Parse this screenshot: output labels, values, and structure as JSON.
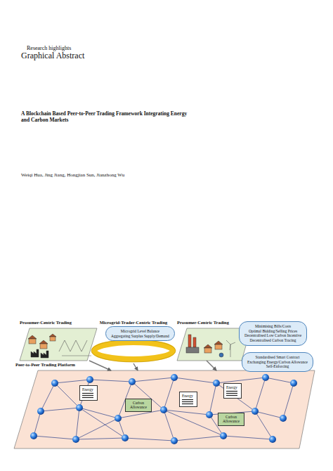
{
  "diagram": {
    "title": "A Blockchain Based Peer-to-Peer Trading Framework Integrating Energy and Carbon Markets",
    "nodes": [
      {
        "text": [
          "Prosumer-Centric Trading"
        ]
      },
      {
        "text": [
          "Microgrid-Trader-Centric Trading"
        ]
      },
      {
        "text": [
          "Microgrid Level Balance",
          "Aggregating Surplus Supply/Demand"
        ]
      },
      {
        "text": [
          "Prosumer-Centric Trading"
        ]
      },
      {
        "text": [
          "Minimising Bills/Costs",
          "Optimal Bidding/Selling Prices",
          "Decentralised Low Carbon Incentive",
          "Decentralised Carbon Tracing"
        ]
      },
      {
        "text": [
          "Standardised Smart Contract",
          "Exchanging Energy/Carbon Allowance",
          "Self-Enforcing"
        ]
      },
      {
        "text": [
          "Peer-to-Peer Trading Platform"
        ]
      },
      {
        "text": [
          "Energy"
        ],
        "in": 6
      },
      {
        "text": [
          "Carbon Allowance"
        ],
        "in": 6
      },
      {
        "text": [
          "Energy"
        ],
        "in": 6
      },
      {
        "text": [
          "Energy"
        ],
        "in": 6
      },
      {
        "text": [
          "Carbon Allowance"
        ],
        "in": 6
      }
    ],
    "edges": [
      {
        "from": 0,
        "to": 6,
        "arrow": "to"
      },
      {
        "from": 1,
        "to": 6,
        "arrow": "to"
      },
      {
        "from": 3,
        "to": 6,
        "arrow": "to"
      }
    ],
    "labels": [
      "Research highlights",
      "Graphical Abstract",
      "Weiqi Hua, Jing Jiang, Hongjian Sun, Jianzhong Wu"
    ]
  }
}
